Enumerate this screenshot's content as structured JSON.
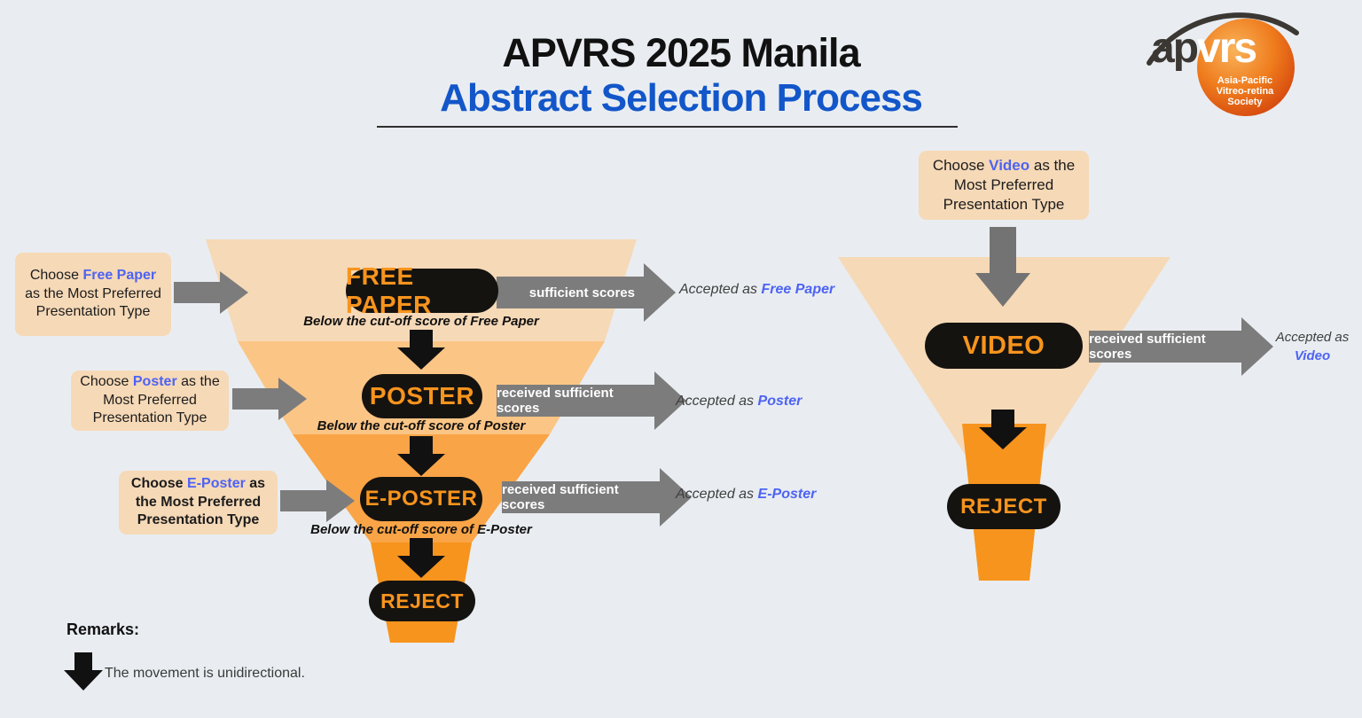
{
  "header": {
    "title_black": "APVRS 2025 Manila",
    "title_blue": "Abstract Selection Process"
  },
  "logo": {
    "ap": "ap",
    "vrs": "vrs",
    "sub_lines": [
      "Asia-Pacific",
      "Vitreo-retina",
      "Society"
    ]
  },
  "colors": {
    "background": "#e9edf1",
    "tier1_peach": "#f6d9b7",
    "tier2_orange": "#fbc585",
    "tier3_orange": "#f9a446",
    "stem_orange": "#f7941d",
    "pill_black": "#151310",
    "pill_text_orange": "#f7941d",
    "arrow_gray": "#7c7c7c",
    "title_blue": "#1256c9",
    "accent_blue": "#4d63f3"
  },
  "left_funnel": {
    "tiers": [
      {
        "pill": "FREE PAPER",
        "choose_pre": "Choose",
        "choose_highlight": "Free Paper",
        "choose_post": "as the Most Preferred Presentation Type",
        "arrow_label": "sufficient scores",
        "accepted_prefix": "Accepted as",
        "accepted_type": "Free Paper",
        "below_note": "Below the cut-off score of Free Paper"
      },
      {
        "pill": "POSTER",
        "choose_pre": "Choose",
        "choose_highlight": "Poster",
        "choose_post": "as the Most Preferred Presentation Type",
        "arrow_label": "received sufficient scores",
        "accepted_prefix": "Accepted as",
        "accepted_type": "Poster",
        "below_note": "Below the cut-off score of Poster"
      },
      {
        "pill": "E-POSTER",
        "choose_pre": "Choose",
        "choose_highlight": "E-Poster",
        "choose_post": "as the Most Preferred Presentation Type",
        "arrow_label": "received sufficient scores",
        "accepted_prefix": "Accepted as",
        "accepted_type": "E-Poster",
        "below_note": "Below the cut-off score of E-Poster"
      }
    ],
    "reject": "REJECT"
  },
  "right_funnel": {
    "pill": "VIDEO",
    "choose_pre": "Choose",
    "choose_highlight": "Video",
    "choose_post": "as the Most Preferred Presentation Type",
    "arrow_label": "received sufficient scores",
    "accepted_prefix": "Accepted as",
    "accepted_type": "Video",
    "reject": "REJECT"
  },
  "remarks": {
    "heading": "Remarks:",
    "note": "The movement is unidirectional."
  }
}
